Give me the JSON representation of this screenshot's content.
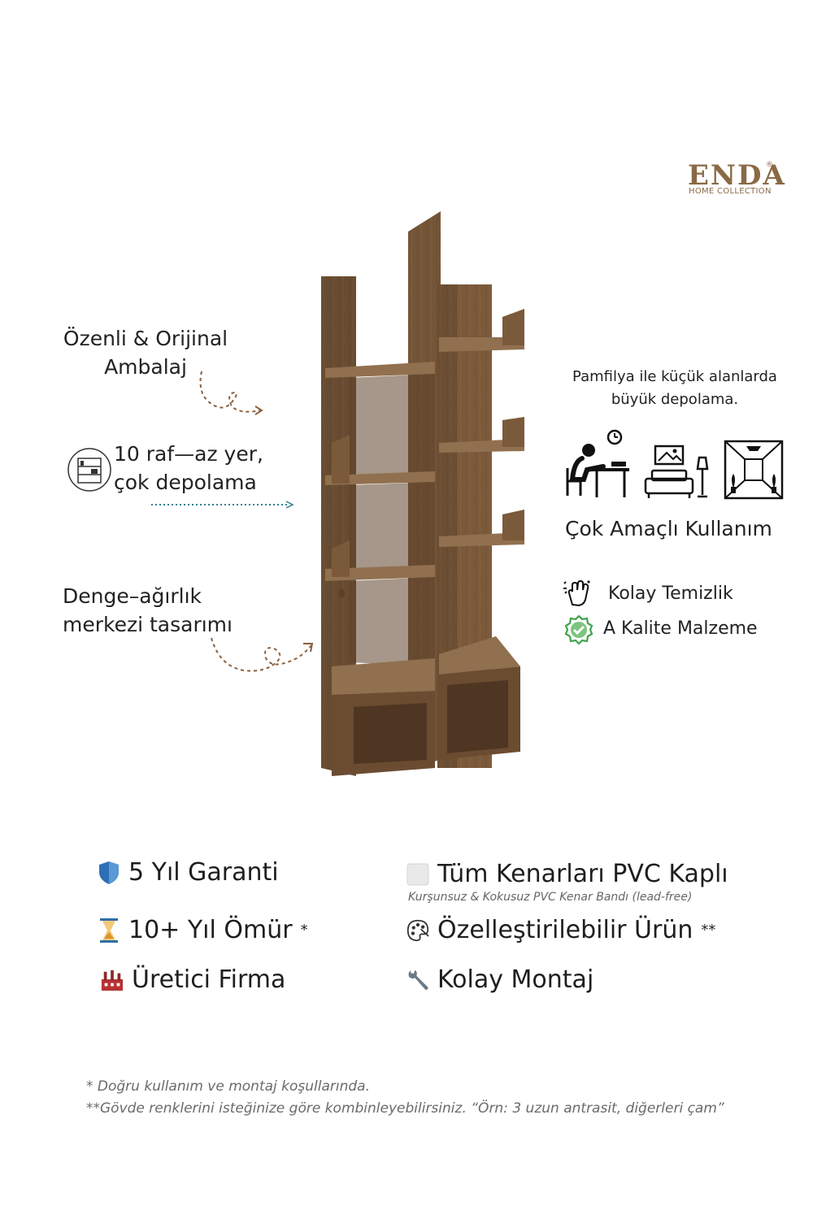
{
  "brand": {
    "name": "ENDA",
    "registered": "®",
    "tagline": "HOME COLLECTION"
  },
  "left_callouts": [
    {
      "lines": [
        "Özenli & Orijinal",
        "Ambalaj"
      ],
      "icon": ""
    },
    {
      "lines": [
        "10 raf—az yer,",
        "çok depolama"
      ],
      "icon": "shelf-icon"
    },
    {
      "lines": [
        "Denge–ağırlık",
        "merkezi tasarımı"
      ],
      "icon": ""
    }
  ],
  "right_panel": {
    "intro_lines": [
      "Pamfilya ile küçük alanlarda",
      "büyük depolama."
    ],
    "usage_icons": [
      "desk-worker-icon",
      "living-room-icon",
      "hallway-icon"
    ],
    "usage_label": "Çok Amaçlı Kullanım",
    "features": [
      {
        "label": "Kolay Temizlik",
        "icon": "cleaning-hand-icon"
      },
      {
        "label": "A Kalite Malzeme",
        "icon": "quality-check-icon"
      }
    ]
  },
  "bottom_features": {
    "warranty": {
      "label": "5 Yıl Garanti",
      "icon": "shield-icon"
    },
    "lifetime": {
      "label": "10+ Yıl Ömür",
      "mark": "*",
      "icon": "hourglass-icon"
    },
    "manufacturer": {
      "label": "Üretici Firma",
      "icon": "factory-icon"
    },
    "pvc": {
      "label": "Tüm Kenarları PVC Kaplı",
      "sub": "Kurşunsuz & Kokusuz PVC Kenar Bandı (lead-free)",
      "icon": "square-icon"
    },
    "custom": {
      "label": "Özelleştirilebilir Ürün",
      "mark": "**",
      "icon": "palette-icon"
    },
    "assembly": {
      "label": "Kolay Montaj",
      "icon": "wrench-icon"
    }
  },
  "footnotes": [
    "* Doğru kullanım ve montaj koşullarında.",
    "**Gövde renklerini isteğinize göre kombinleyebilirsiniz. “Örn: 3 uzun antrasit, diğerleri çam”"
  ],
  "colors": {
    "wood": "#7b5a3b",
    "wood_dark": "#5c4129",
    "wood_light": "#91704f",
    "brand": "#8a6a45",
    "arrow": "#8a6040",
    "arrow_blue": "#2f7f8f"
  }
}
